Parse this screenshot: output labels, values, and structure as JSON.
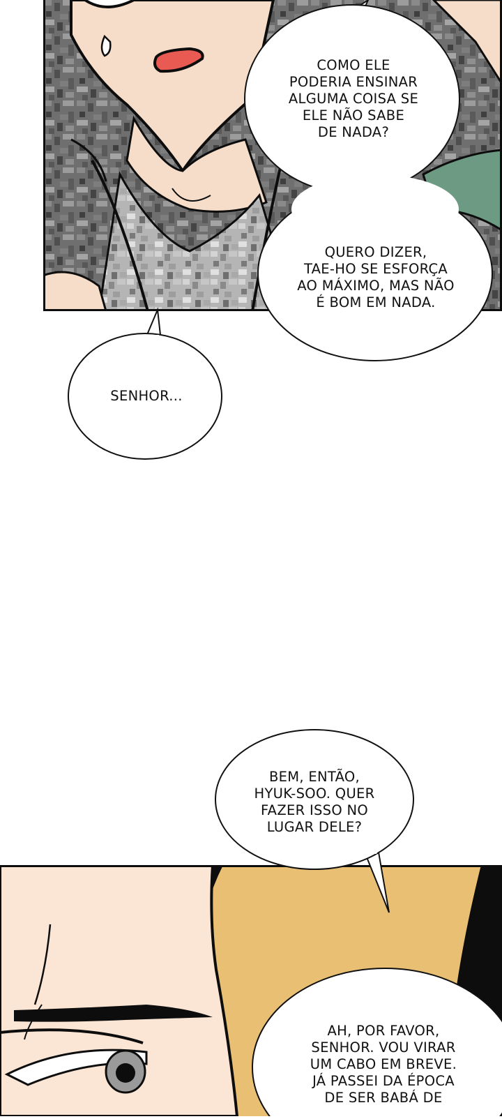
{
  "colors": {
    "camo_base": "#6f6f6f",
    "skin": "#f6ddc9",
    "skin_light": "#fbe6d6",
    "mouth": "#e85a52",
    "ink": "#0d0d0d",
    "gold_bg": "#e8bf73",
    "scarf": "#6d9a83",
    "bubble_fill": "#ffffff",
    "bubble_stroke": "#111111"
  },
  "dialogue": {
    "b1": "COMO ELE\nPODERIA ENSINAR\nALGUMA COISA SE\nELE NÃO SABE\nDE NADA?",
    "b2": "QUERO DIZER,\nTAE-HO SE ESFORÇA\nAO MÁXIMO, MAS NÃO\nÉ BOM EM NADA.",
    "b3": "SENHOR...",
    "b4": "BEM, ENTÃO,\nHYUK-SOO. QUER\nFAZER ISSO NO\nLUGAR DELE?",
    "b5": "AH, POR FAVOR,\nSENHOR. VOU VIRAR\nUM CABO EM BREVE.\nJÁ PASSEI DA ÉPOCA\nDE SER BABÁ DE"
  }
}
